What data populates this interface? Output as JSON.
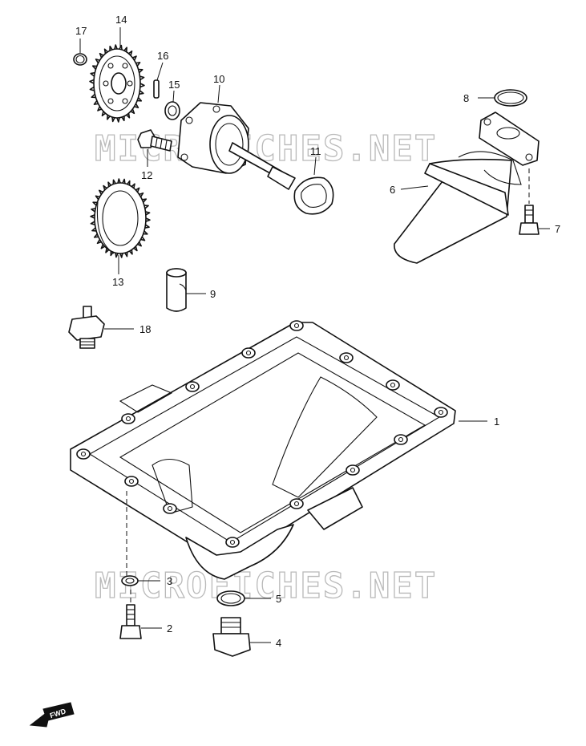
{
  "watermark": "MICROFICHES.NET",
  "fwd_label": "FWD",
  "callouts": [
    {
      "key": "c1",
      "text": "1"
    },
    {
      "key": "c2",
      "text": "2"
    },
    {
      "key": "c3",
      "text": "3"
    },
    {
      "key": "c4",
      "text": "4"
    },
    {
      "key": "c5",
      "text": "5"
    },
    {
      "key": "c6",
      "text": "6"
    },
    {
      "key": "c7",
      "text": "7"
    },
    {
      "key": "c8",
      "text": "8"
    },
    {
      "key": "c9",
      "text": "9"
    },
    {
      "key": "c10",
      "text": "10"
    },
    {
      "key": "c11",
      "text": "11"
    },
    {
      "key": "c12",
      "text": "12"
    },
    {
      "key": "c13",
      "text": "13"
    },
    {
      "key": "c14",
      "text": "14"
    },
    {
      "key": "c15",
      "text": "15"
    },
    {
      "key": "c16",
      "text": "16"
    },
    {
      "key": "c17",
      "text": "17"
    },
    {
      "key": "c18",
      "text": "18"
    }
  ]
}
